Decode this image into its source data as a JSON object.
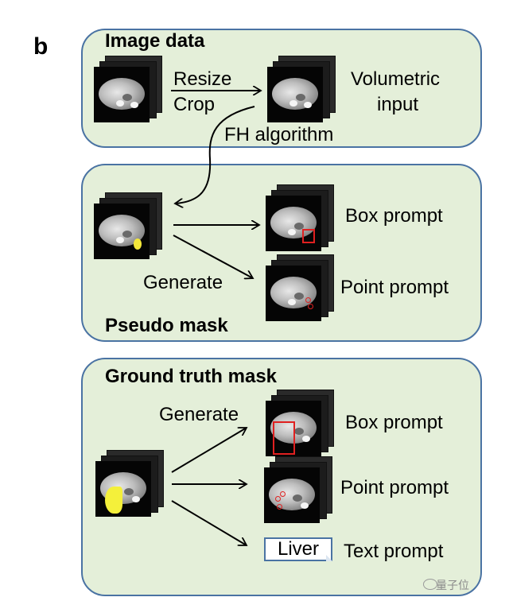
{
  "figure": {
    "panel_label": "b",
    "colors": {
      "panel_fill": "#e4efd9",
      "panel_border": "#4a73a3",
      "mask_fill": "#f4f03a",
      "prompt_red": "#e02020"
    },
    "image_data": {
      "title": "Image data",
      "resize_label": "Resize",
      "crop_label": "Crop",
      "output_label_line1": "Volumetric",
      "output_label_line2": "input",
      "algorithm_label": "FH algorithm"
    },
    "pseudo_mask": {
      "title": "Pseudo mask",
      "generate_label": "Generate",
      "box_prompt_label": "Box prompt",
      "point_prompt_label": "Point prompt"
    },
    "ground_truth_mask": {
      "title": "Ground truth mask",
      "generate_label": "Generate",
      "box_prompt_label": "Box prompt",
      "point_prompt_label": "Point prompt",
      "text_prompt_value": "Liver",
      "text_prompt_label": "Text prompt"
    },
    "watermark": "量子位"
  }
}
